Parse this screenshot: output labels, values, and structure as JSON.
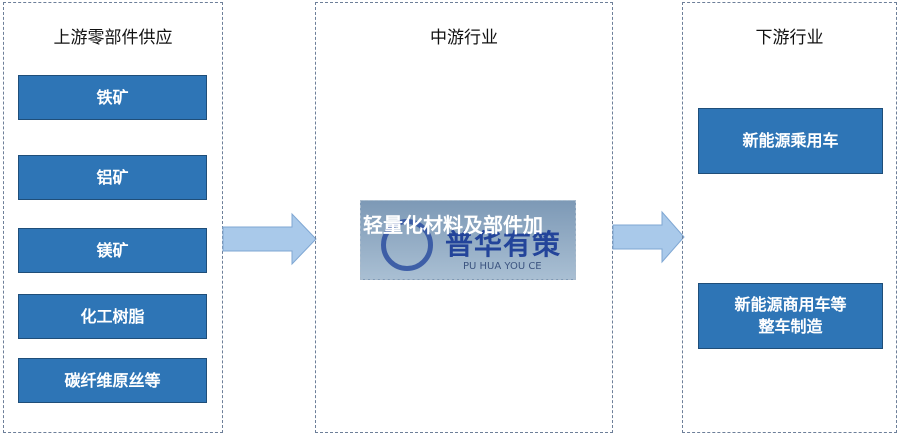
{
  "upstream": {
    "title": "上游零部件供应",
    "items": [
      "铁矿",
      "铝矿",
      "镁矿",
      "化工树脂",
      "碳纤维原丝等"
    ]
  },
  "midstream": {
    "title": "中游行业",
    "item": "轻量化材料及部件加"
  },
  "downstream": {
    "title": "下游行业",
    "items": [
      "新能源乘用车",
      "新能源商用车等\n整车制造"
    ]
  },
  "watermark": {
    "brand": "普华有策",
    "brand_en": "PU HUA YOU CE"
  },
  "colors": {
    "box": "#2e75b6",
    "arrow": "#a9c9ea"
  }
}
